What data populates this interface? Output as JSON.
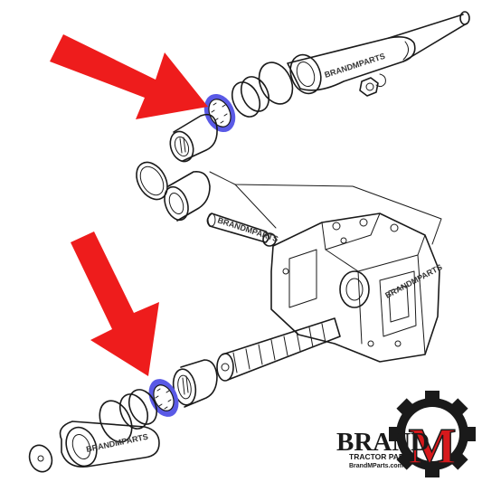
{
  "diagram": {
    "watermark_text": "BRANDMPARTS",
    "highlight_color": "#5a5ae6",
    "arrow_color": "#ee1c1c",
    "logo": {
      "brand_word": "BRAND",
      "brand_letter": "M",
      "subtitle": "TRACTOR PARTS",
      "website": "BrandMParts.com",
      "gear_color": "#1a1a1a",
      "letter_color": "#d7191c"
    }
  }
}
